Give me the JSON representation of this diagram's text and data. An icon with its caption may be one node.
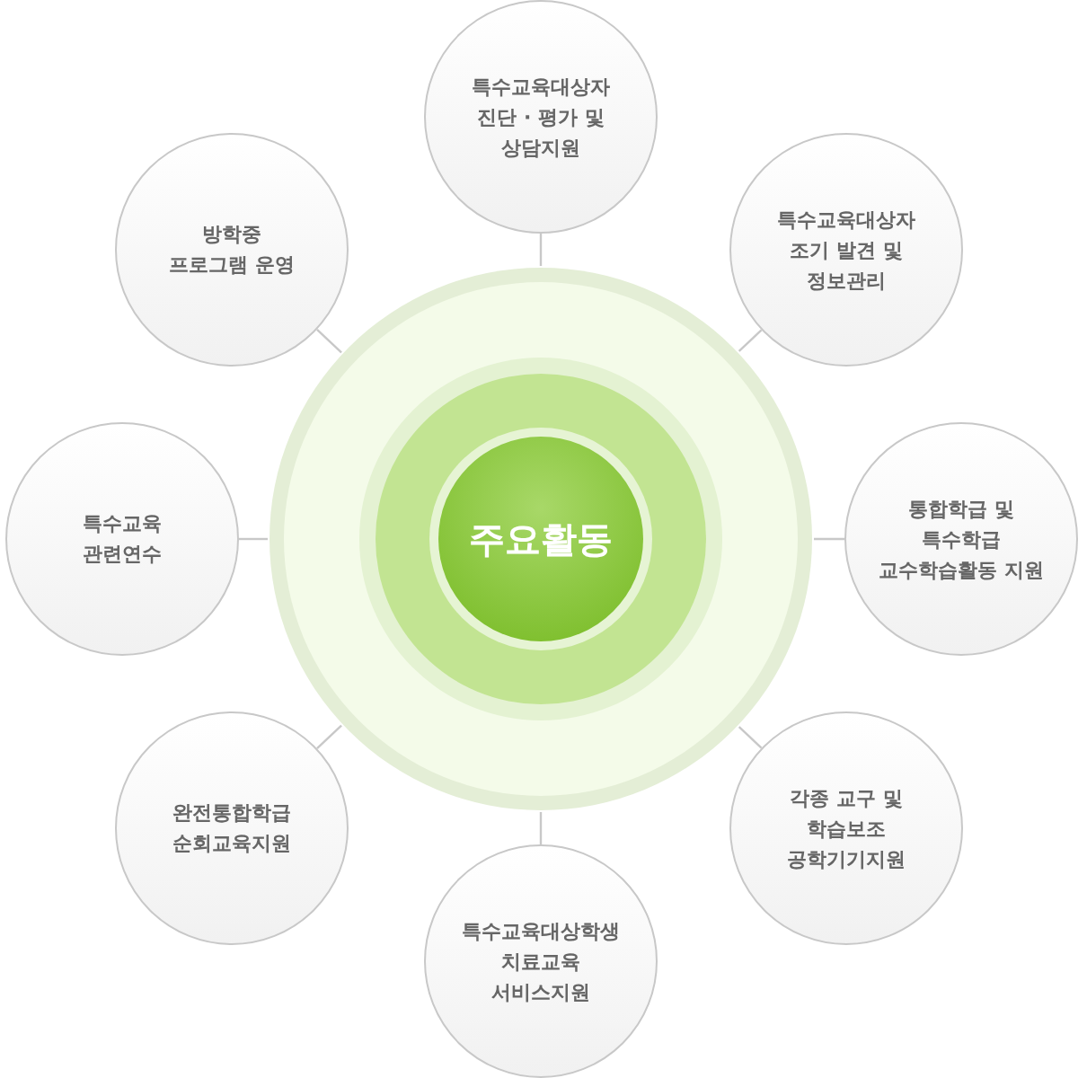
{
  "diagram": {
    "nodes": [
      {
        "text": [
          "주요활동"
        ]
      },
      {
        "text": [
          "특수교육대상자 진단 · 평가 및 상담지원"
        ]
      },
      {
        "text": [
          "특수교육대상자 조기 발견 및 정보관리"
        ]
      },
      {
        "text": [
          "통합학급 및 특수학급 교수학습활동 지원"
        ]
      },
      {
        "text": [
          "각종 교구 및 학습보조 공학기기지원"
        ]
      },
      {
        "text": [
          "특수교육대상학생 치료교육 서비스지원"
        ]
      },
      {
        "text": [
          "완전통합학급 순회교육지원"
        ]
      },
      {
        "text": [
          "특수교육 관련연수"
        ]
      },
      {
        "text": [
          "방학중 프로그램 운영"
        ]
      }
    ],
    "edges": [
      {
        "from": 0,
        "to": 1,
        "arrow": "none"
      },
      {
        "from": 0,
        "to": 2,
        "arrow": "none"
      },
      {
        "from": 0,
        "to": 3,
        "arrow": "none"
      },
      {
        "from": 0,
        "to": 4,
        "arrow": "none"
      },
      {
        "from": 0,
        "to": 5,
        "arrow": "none"
      },
      {
        "from": 0,
        "to": 6,
        "arrow": "none"
      },
      {
        "from": 0,
        "to": 7,
        "arrow": "none"
      },
      {
        "from": 0,
        "to": 8,
        "arrow": "none"
      }
    ]
  }
}
